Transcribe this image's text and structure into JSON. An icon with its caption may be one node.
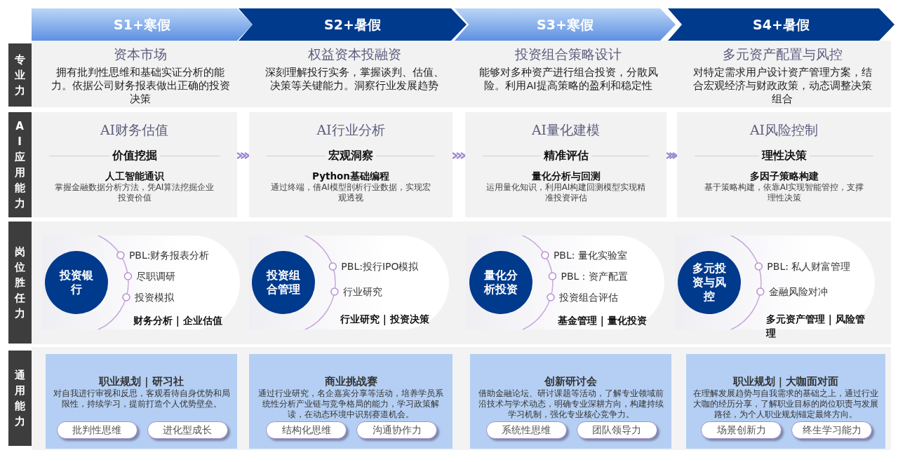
{
  "diagram": {
    "nodes": [
      {
        "text": [
          "S1+寒假"
        ]
      },
      {
        "text": [
          "S2+暑假"
        ]
      },
      {
        "text": [
          "S3+寒假"
        ]
      },
      {
        "text": [
          "S4+暑假"
        ]
      },
      {
        "text": [
          "专业力"
        ]
      },
      {
        "text": [
          "资本市场",
          "拥有批判性思维和基础实证分析的能力。依据公司财务报表做出正确的投资决策"
        ]
      },
      {
        "text": [
          "权益资本投融资",
          "深刻理解投行实务，掌握谈判、估值、决策等关键能力。洞察行业发展趋势"
        ]
      },
      {
        "text": [
          "投资组合策略设计",
          "能够对多种资产进行组合投资，分散风险。利用AI提高策略的盈利和稳定性"
        ]
      },
      {
        "text": [
          "多元资产配置与风控",
          "对特定需求用户设计资产管理方案，结合宏观经济与财政政策，动态调整决策组合"
        ]
      },
      {
        "text": [
          "AI应用能力"
        ]
      },
      {
        "text": [
          "AI财务估值",
          "价值挖掘",
          "人工智能通识",
          "掌握金融数据分析方法，凭AI算法挖掘企业投资价值"
        ]
      },
      {
        "text": [
          "AI行业分析",
          "宏观洞察",
          "Python基础编程",
          "通过终端，借AI模型剖析行业数据，实现宏观透视"
        ]
      },
      {
        "text": [
          "AI量化建模",
          "精准评估",
          "量化分析与回测",
          "运用量化知识，利用AI构建回测模型实现精准投资评估"
        ]
      },
      {
        "text": [
          "AI风险控制",
          "理性决策",
          "多因子策略构建",
          "基于策略构建，依靠AI实现智能管控，支撑理性决策"
        ]
      },
      {
        "text": [
          "岗位胜任力"
        ]
      },
      {
        "text": [
          "PBL:财务报表分析",
          "尽职调研",
          "投资模拟",
          "财务分析 | 企业估值"
        ]
      },
      {
        "text": [
          "投资银行"
        ],
        "in": 15
      },
      {
        "text": [
          "PBL:投行IPO模拟",
          "行业研究",
          "行业研究 | 投资决策"
        ]
      },
      {
        "text": [
          "投资组合管理"
        ],
        "in": 17
      },
      {
        "text": [
          "PBL: 量化实验室",
          "PBL：资产配置",
          "投资组合评估",
          "基金管理 | 量化投资"
        ]
      },
      {
        "text": [
          "量化分析投资"
        ],
        "in": 19
      },
      {
        "text": [
          "PBL: 私人财富管理",
          "金融风险对冲",
          "多元资产管理 | 风险管理"
        ]
      },
      {
        "text": [
          "多元投资与风控"
        ],
        "in": 21
      },
      {
        "text": [
          "通用能力"
        ]
      },
      {
        "text": [
          "职业规划 | 研习社",
          "对自我进行审视和反思，客观看待自身优势和局限性，持续学习，提前打造个人优势壁垒。"
        ]
      },
      {
        "text": [
          "批判性思维"
        ],
        "in": 24
      },
      {
        "text": [
          "进化型成长"
        ],
        "in": 24
      },
      {
        "text": [
          "商业挑战赛",
          "通过行业研究，名企嘉宾分享等活动，培养学员系统性分析产业链与竞争格局的能力，学习政策解读，在动态环境中识别赛道机会。"
        ]
      },
      {
        "text": [
          "结构化思维"
        ],
        "in": 27
      },
      {
        "text": [
          "沟通协作力"
        ],
        "in": 27
      },
      {
        "text": [
          "创新研讨会",
          "借助金融论坛、研讨课题等活动，了解专业领域前沿技术与学术动态，明确专业深耕方向，构建持续学习机制，强化专业核心竞争力。"
        ]
      },
      {
        "text": [
          "系统性思维"
        ],
        "in": 30
      },
      {
        "text": [
          "团队领导力"
        ],
        "in": 30
      },
      {
        "text": [
          "职业规划 | 大咖面对面",
          "在理解发展趋势与自我需求的基础之上，通过行业大咖的经历分享，了解职业目标的岗位职责与发展路径，为个人职业规划锚定最终方向。"
        ]
      },
      {
        "text": [
          "场景创新力"
        ],
        "in": 33
      },
      {
        "text": [
          "终生学习能力"
        ],
        "in": 33
      }
    ],
    "edges": [
      {
        "from": 10,
        "to": 11,
        "arrow": "to"
      },
      {
        "from": 11,
        "to": 12,
        "arrow": "to"
      },
      {
        "from": 12,
        "to": 13,
        "arrow": "to"
      }
    ]
  }
}
